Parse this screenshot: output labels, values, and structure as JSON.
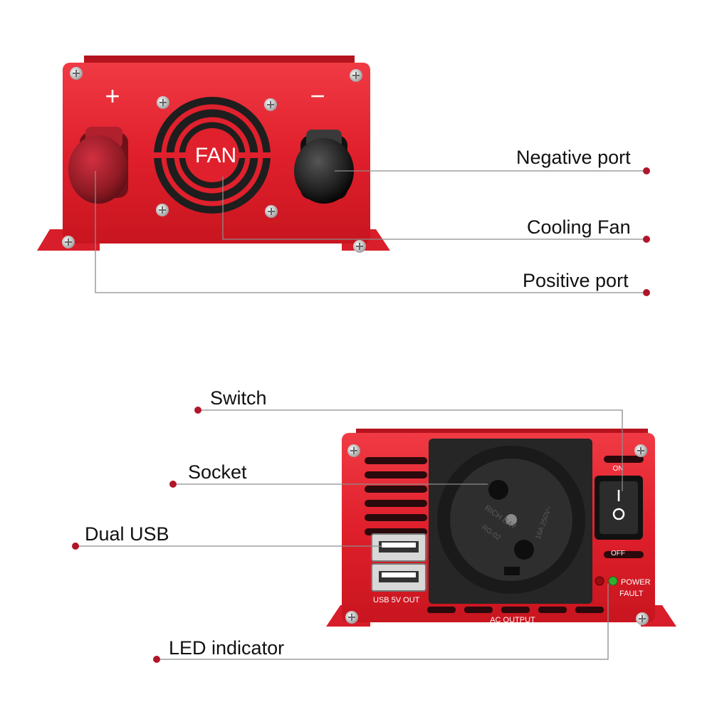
{
  "colors": {
    "body_red": "#e0202c",
    "body_dark_red": "#a8121b",
    "panel_black": "#262626",
    "leader_line": "#8c8c8c",
    "callout_dot": "#b0162a"
  },
  "top_view": {
    "positive_symbol": "+",
    "negative_symbol": "−",
    "fan_text": "FAN"
  },
  "bottom_view": {
    "usb_text": "USB 5V OUT",
    "ac_text": "AC OUTPUT",
    "switch_on": "ON",
    "switch_off": "OFF",
    "power_text": "POWER",
    "fault_text": "FAULT",
    "socket_brand": "RICH BAY",
    "socket_model": "RG-02",
    "socket_rating": "16A 250V~"
  },
  "callouts": {
    "negative_port": "Negative port",
    "cooling_fan": "Cooling Fan",
    "positive_port": "Positive port",
    "switch": "Switch",
    "socket": "Socket",
    "dual_usb": "Dual USB",
    "led_indicator": "LED indicator"
  }
}
